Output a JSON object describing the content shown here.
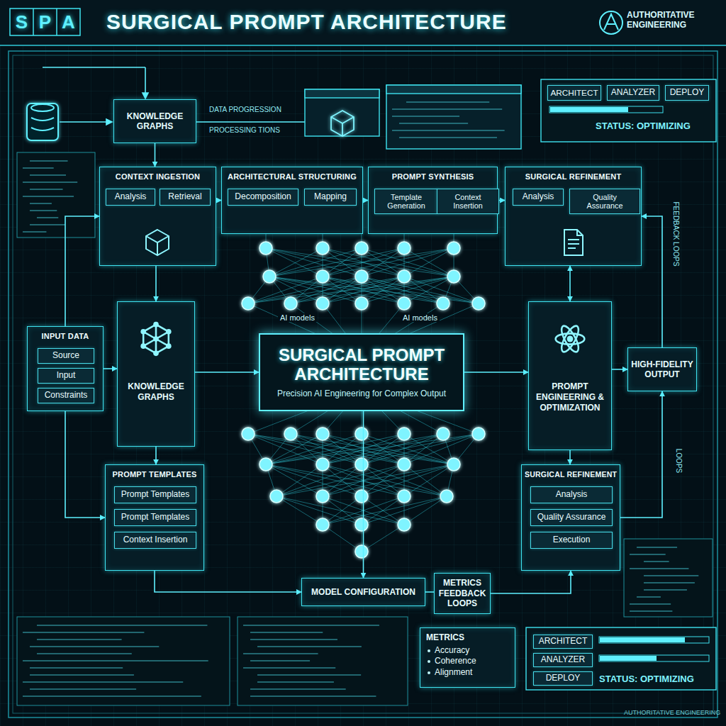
{
  "diagram": {
    "title": "SURGICAL PROMPT ARCHITECTURE",
    "nodes": [
      {
        "text": [
          "KNOWLEDGE GRAPHS"
        ]
      },
      {
        "text": [
          "ARCHITECT"
        ]
      },
      {
        "text": [
          "ANALYZER"
        ]
      },
      {
        "text": [
          "DEPLOY"
        ]
      },
      {
        "text": [
          "CONTEXT INGESTION"
        ]
      },
      {
        "text": [
          "Analysis"
        ],
        "in": 4
      },
      {
        "text": [
          "Retrieval"
        ],
        "in": 4
      },
      {
        "text": [
          "ARCHITECTURAL STRUCTURING"
        ]
      },
      {
        "text": [
          "Decomposition"
        ],
        "in": 7
      },
      {
        "text": [
          "Mapping"
        ],
        "in": 7
      },
      {
        "text": [
          "PROMPT SYNTHESIS"
        ]
      },
      {
        "text": [
          "Template Generation"
        ],
        "in": 10
      },
      {
        "text": [
          "Context Insertion"
        ],
        "in": 10
      },
      {
        "text": [
          "SURGICAL REFINEMENT"
        ]
      },
      {
        "text": [
          "Analysis"
        ],
        "in": 13
      },
      {
        "text": [
          "Quality Assurance"
        ],
        "in": 13
      },
      {
        "text": [
          "INPUT DATA"
        ]
      },
      {
        "text": [
          "Source"
        ],
        "in": 16
      },
      {
        "text": [
          "Input"
        ],
        "in": 16
      },
      {
        "text": [
          "Constraints"
        ],
        "in": 16
      },
      {
        "text": [
          "KNOWLEDGE GRAPHS"
        ]
      },
      {
        "text": [
          "SURGICAL PROMPT ARCHITECTURE",
          "Precision AI Engineering for Complex Output"
        ]
      },
      {
        "text": [
          "PROMPT ENGINEERING & OPTIMIZATION"
        ]
      },
      {
        "text": [
          "HIGH-FIDELITY OUTPUT"
        ]
      },
      {
        "text": [
          "PROMPT TEMPLATES"
        ]
      },
      {
        "text": [
          "Prompt Templates"
        ],
        "in": 24
      },
      {
        "text": [
          "Prompt Templates"
        ],
        "in": 24
      },
      {
        "text": [
          "Context Insertion"
        ],
        "in": 24
      },
      {
        "text": [
          "MODEL CONFIGURATION"
        ]
      },
      {
        "text": [
          "METRICS FEEDBACK LOOPS"
        ]
      },
      {
        "text": [
          "SURGICAL REFINEMENT"
        ]
      },
      {
        "text": [
          "Analysis"
        ],
        "in": 30
      },
      {
        "text": [
          "Quality Assurance"
        ],
        "in": 30
      },
      {
        "text": [
          "Execution"
        ],
        "in": 30
      },
      {
        "text": [
          "METRICS",
          "Accuracy",
          "Coherence",
          "Alignment"
        ]
      },
      {
        "text": [
          "ARCHITECT"
        ]
      },
      {
        "text": [
          "ANALYZER"
        ]
      },
      {
        "text": [
          "DEPLOY"
        ]
      }
    ],
    "edges": [
      {
        "from": 0,
        "to": 4,
        "arrow": "to"
      },
      {
        "from": 4,
        "to": 7,
        "arrow": "to"
      },
      {
        "from": 7,
        "to": 10,
        "arrow": "to"
      },
      {
        "from": 10,
        "to": 13,
        "arrow": "to"
      },
      {
        "from": 13,
        "to": 22,
        "arrow": "both"
      },
      {
        "from": 16,
        "to": 20,
        "arrow": "to"
      },
      {
        "from": 20,
        "to": 21,
        "arrow": "to"
      },
      {
        "from": 21,
        "to": 22,
        "arrow": "to"
      },
      {
        "from": 22,
        "to": 23,
        "arrow": "to"
      },
      {
        "from": 4,
        "to": 20,
        "arrow": "to"
      },
      {
        "from": 20,
        "to": 24,
        "arrow": "to"
      },
      {
        "from": 24,
        "to": 28,
        "arrow": "to"
      },
      {
        "from": 21,
        "to": 28,
        "arrow": "to"
      },
      {
        "from": 28,
        "to": 29,
        "arrow": "none"
      },
      {
        "from": 29,
        "to": 30,
        "arrow": "to"
      },
      {
        "from": 22,
        "to": 30,
        "arrow": "to"
      },
      {
        "from": 23,
        "to": 13,
        "arrow": "to"
      },
      {
        "from": 30,
        "to": 23,
        "arrow": "to"
      },
      {
        "from": 16,
        "to": 4,
        "arrow": "to"
      },
      {
        "from": 16,
        "to": 24,
        "arrow": "to"
      }
    ],
    "labels": [
      "S",
      "P",
      "A",
      "AUTHORITATIVE ENGINEERING",
      "DATA PROGRESSION",
      "PROCESSING TIONS",
      "STATUS: OPTIMIZING",
      "AI models",
      "AI models",
      "FEEDBACK LOOPS",
      "LOOPS",
      "STATUS: OPTIMIZING",
      "AUTHORITATIVE ENGINEERING"
    ]
  }
}
